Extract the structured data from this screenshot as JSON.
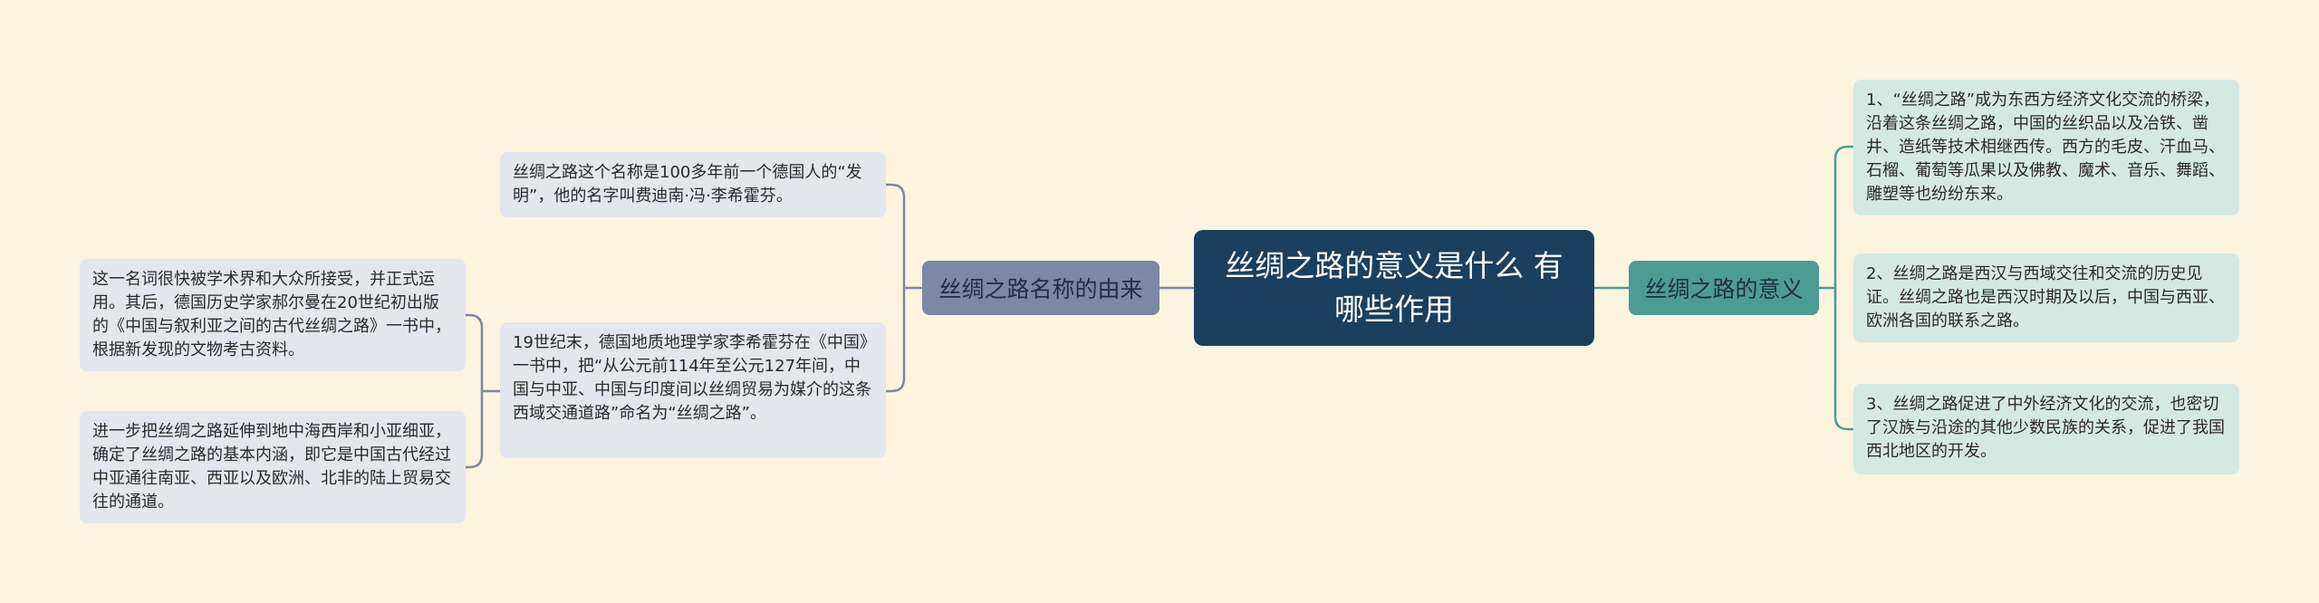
{
  "root": {
    "title": "丝绸之路的意义是什么 有哪些作用"
  },
  "branches": {
    "left": {
      "label": "丝绸之路名称的由来"
    },
    "right": {
      "label": "丝绸之路的意义"
    }
  },
  "left_leaves": {
    "name_origin": "丝绸之路这个名称是100多年前一个德国人的“发明”，他的名字叫费迪南·冯·李希霍芬。",
    "richthofen": "19世纪末，德国地质地理学家李希霍芬在《中国》一书中，把“从公元前114年至公元127年间，中国与中亚、中国与印度间以丝绸贸易为媒介的这条西域交通道路”命名为“丝绸之路”。",
    "accepted": "这一名词很快被学术界和大众所接受，并正式运用。其后，德国历史学家郝尔曼在20世纪初出版的《中国与叙利亚之间的古代丝绸之路》一书中，根据新发现的文物考古资料。",
    "extended": "进一步把丝绸之路延伸到地中海西岸和小亚细亚，确定了丝绸之路的基本内涵，即它是中国古代经过中亚通往南亚、西亚以及欧洲、北非的陆上贸易交往的通道。"
  },
  "right_leaves": {
    "bridge": "1、“丝绸之路”成为东西方经济文化交流的桥梁，沿着这条丝绸之路，中国的丝织品以及冶铁、凿井、造纸等技术相继西传。西方的毛皮、汗血马、石榴、葡萄等瓜果以及佛教、魔术、音乐、舞蹈、雕塑等也纷纷东来。",
    "witness": "2、丝绸之路是西汉与西域交往和交流的历史见证。丝绸之路也是西汉时期及以后，中国与西亚、欧洲各国的联系之路。",
    "development": "3、丝绸之路促进了中外经济文化的交流，也密切了汉族与沿途的其他少数民族的关系，促进了我国西北地区的开发。"
  },
  "colors": {
    "background": "#fbf4df",
    "root": "#1b3f5e",
    "branch_left": "#7d87a6",
    "branch_right": "#4d9c94",
    "leaf_left": "#e4e6ee",
    "leaf_right": "#d5e9e3",
    "link_left": "#7d87a6",
    "link_right": "#4d9c94"
  }
}
